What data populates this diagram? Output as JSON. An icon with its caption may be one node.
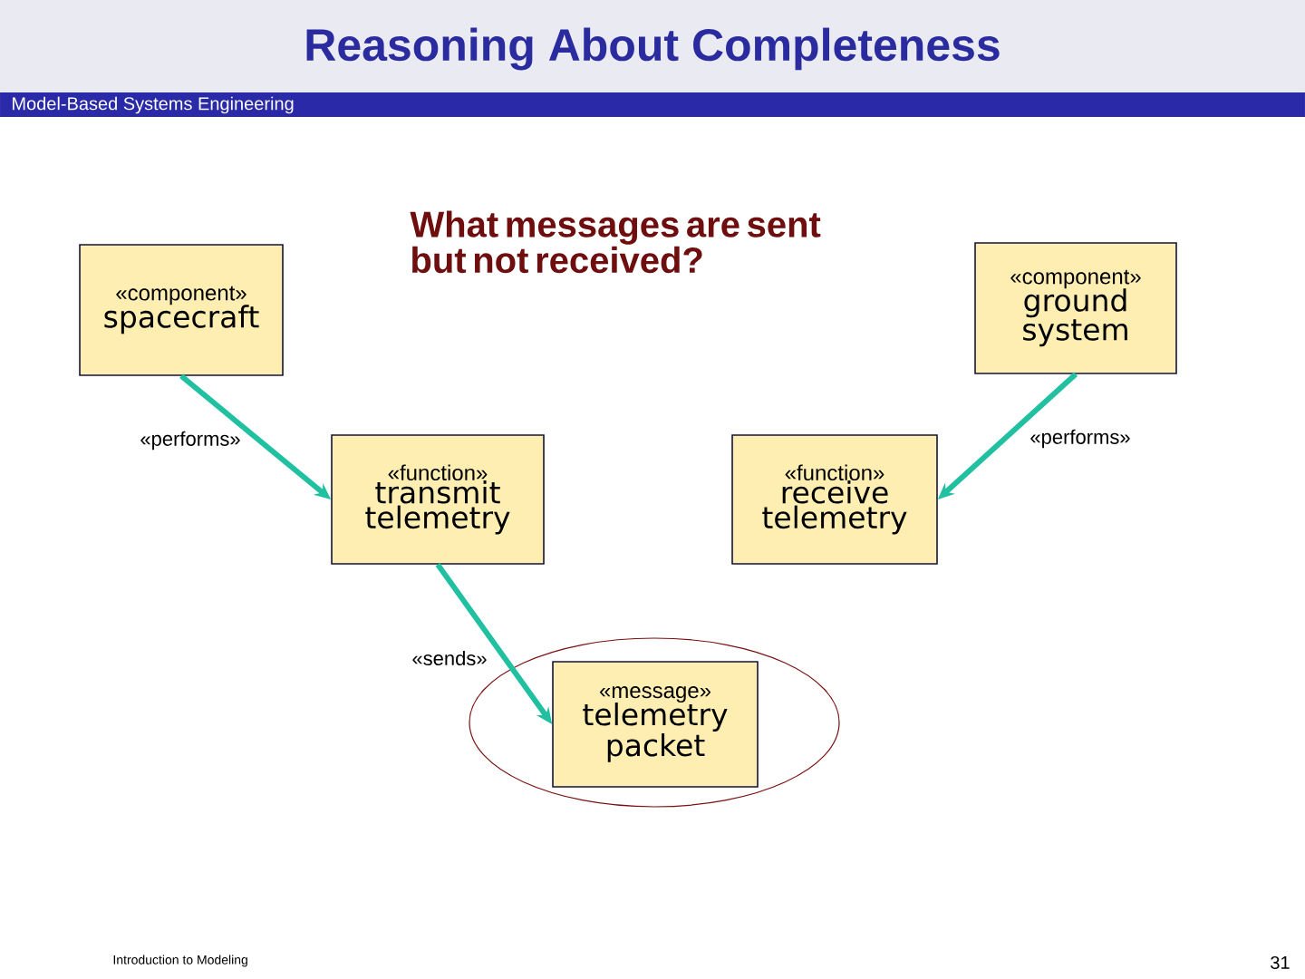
{
  "diagram": {
    "title": "Reasoning About Completeness",
    "nodes": [
      {
        "text": [
          "«component»",
          "spacecraft"
        ]
      },
      {
        "text": [
          "«component»",
          "ground system"
        ]
      },
      {
        "text": [
          "«function»",
          "transmit telemetry"
        ]
      },
      {
        "text": [
          "«function»",
          "receive telemetry"
        ]
      },
      {
        "text": [],
        "shape": "ellipse"
      },
      {
        "text": [
          "«message»",
          "telemetry packet"
        ],
        "in": 4
      }
    ],
    "edges": [
      {
        "from": 0,
        "to": 2,
        "arrow": "to",
        "label": "«performs»"
      },
      {
        "from": 1,
        "to": 3,
        "arrow": "to",
        "label": "«performs»"
      },
      {
        "from": 2,
        "to": 5,
        "arrow": "to",
        "label": "«sends»"
      }
    ],
    "labels": [
      "Model-Based Systems Engineering",
      "What messages are sent but not received?",
      "Introduction to Modeling",
      "31"
    ]
  }
}
